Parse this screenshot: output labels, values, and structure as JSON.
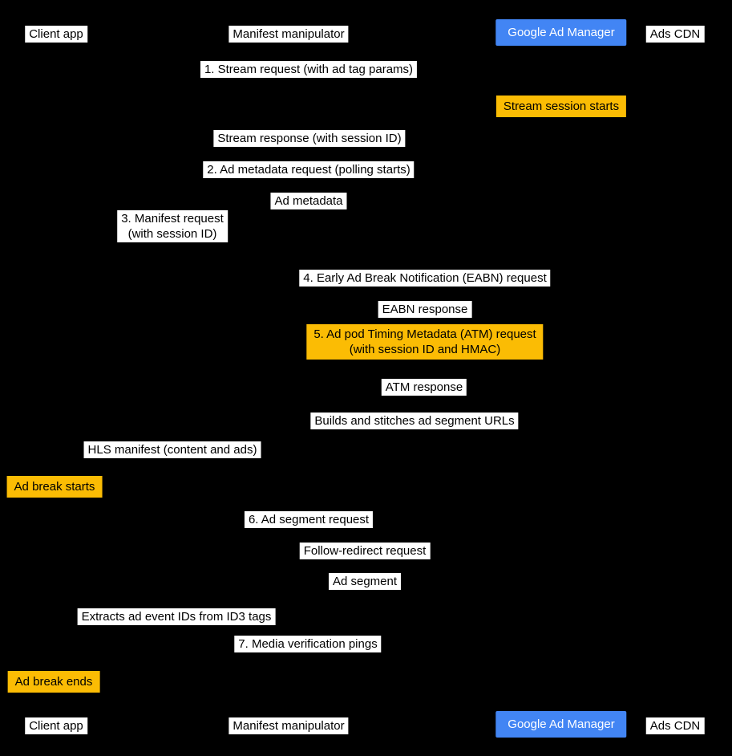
{
  "diagram": {
    "type": "sequence-diagram",
    "colors": {
      "background": "#000000",
      "label_bg": "#ffffff",
      "label_text": "#000000",
      "highlight_bg": "#fbbc04",
      "gam_actor_bg": "#4285f4",
      "gam_actor_text": "#ffffff"
    }
  },
  "actors": {
    "client": "Client app",
    "manifest": "Manifest manipulator",
    "gam": "Google Ad Manager",
    "cdn": "Ads CDN"
  },
  "messages": {
    "stream_request": "1. Stream request (with ad tag params)",
    "stream_session_starts": "Stream session starts",
    "stream_response": "Stream response (with session ID)",
    "ad_metadata_request": "2. Ad metadata request (polling starts)",
    "ad_metadata": "Ad metadata",
    "manifest_request": "3. Manifest request\n(with session ID)",
    "eabn_request": "4. Early Ad Break Notification (EABN) request",
    "eabn_response": "EABN response",
    "atm_request": "5. Ad pod Timing Metadata (ATM) request\n(with session ID and HMAC)",
    "atm_response": "ATM response",
    "builds_stitches": "Builds and stitches ad segment URLs",
    "hls_manifest": "HLS manifest (content and ads)",
    "ad_break_starts": "Ad break starts",
    "ad_segment_request": "6. Ad segment request",
    "follow_redirect_request": "Follow-redirect request",
    "ad_segment": "Ad segment",
    "extracts_id3": "Extracts ad event IDs from ID3 tags",
    "media_verification_pings": "7. Media verification pings",
    "ad_break_ends": "Ad break ends"
  }
}
